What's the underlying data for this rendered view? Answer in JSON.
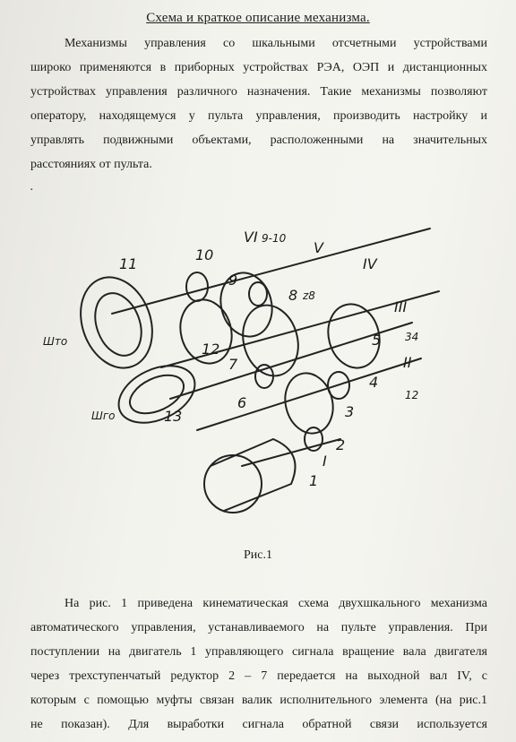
{
  "title": "Схема и краткое описание механизма.",
  "paragraph1_lines": [
    "Механизмы управления со шкальными отсчетными устройствами",
    "широко применяются в приборных устройствах РЭА, ОЭП и дистанционных",
    "устройствах управления различного назначения. Такие механизмы позволяют",
    "оператору, находящемуся у пульта управления, производить настройку и",
    "управлять подвижными объектами, расположенными на значительных",
    "расстояниях от пульта."
  ],
  "figure": {
    "caption": "Рис.1",
    "labels": {
      "l1": "1",
      "l2": "2",
      "l3": "3",
      "l4": "4",
      "l5": "5",
      "l6": "6",
      "l7": "7",
      "l8": "8",
      "l9": "9",
      "l10": "10",
      "l11": "11",
      "l12": "12",
      "l13": "13",
      "shaftI": "I",
      "shaftII": "II",
      "shaftIII": "III",
      "shaftIV": "IV",
      "shaftV": "V",
      "shaftVI": "VI",
      "scale1": "Што",
      "scale2": "Шго",
      "note910": "9-10",
      "noteZ8": "z8",
      "noteZ5": "34",
      "noteZ4": "12"
    }
  },
  "paragraph2_lines": [
    "На рис. 1 приведена кинематическая схема двухшкального механизма",
    "автоматического управления, устанавливаемого на пульте управления. При",
    "поступлении на двигатель 1 управляющего сигнала вращение вала двигателя",
    "через трехступенчатый редуктор 2 – 7 передается на выходной вал IV, с",
    "которым с помощью муфты связан валик исполнительного элемента (на рис.1",
    "не показан). Для выработки сигнала обратной связи используется"
  ]
}
